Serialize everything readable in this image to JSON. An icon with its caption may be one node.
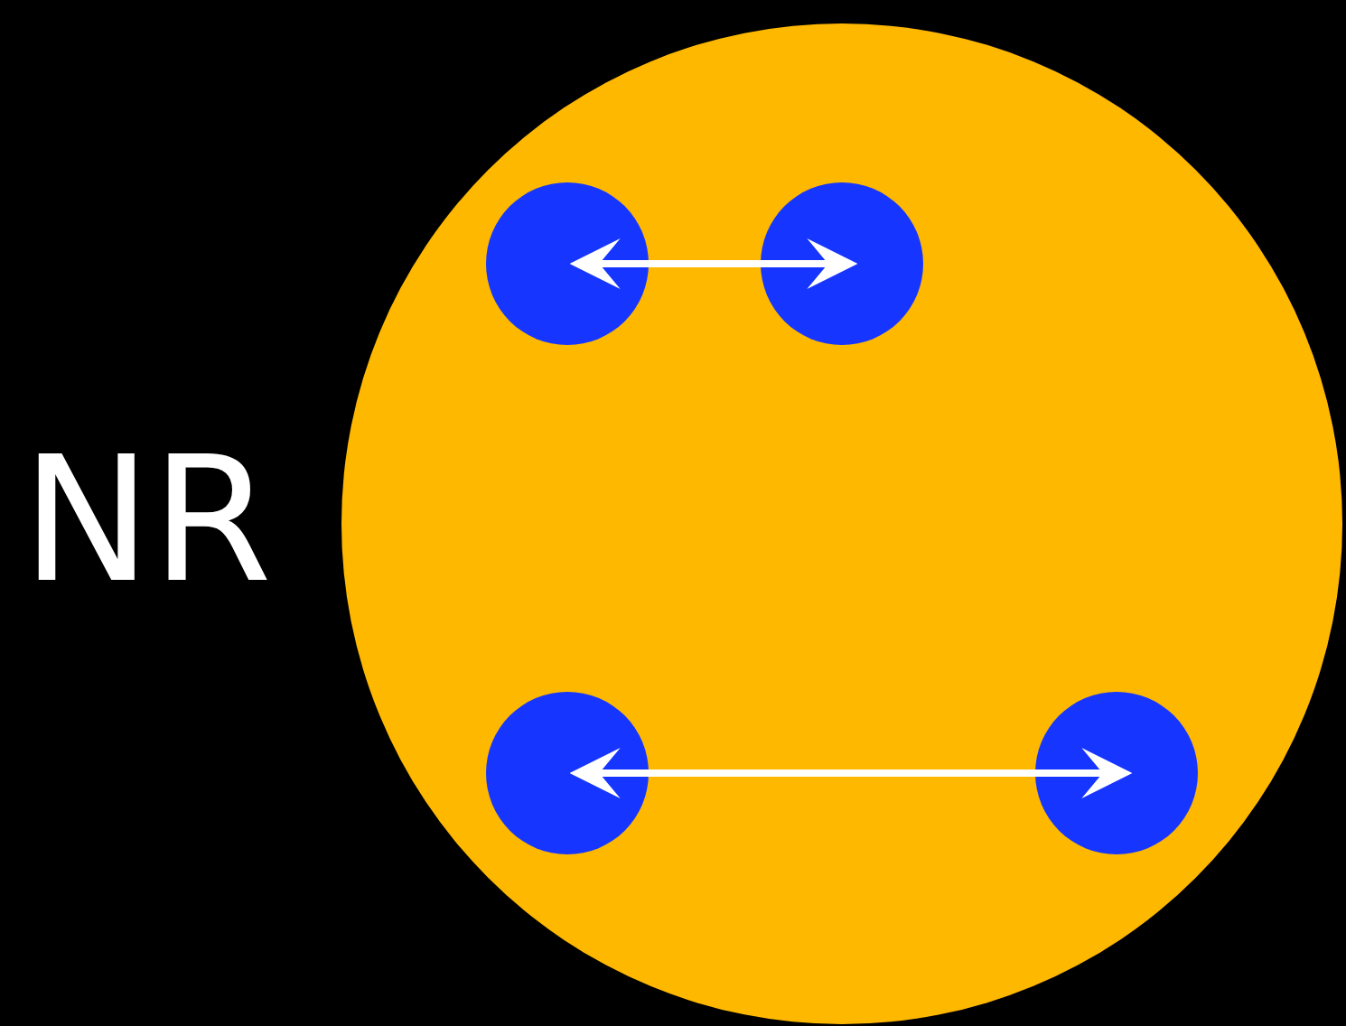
{
  "diagram": {
    "nodes": [
      {
        "text": [],
        "shape": "circle"
      },
      {
        "text": [],
        "shape": "circle",
        "in": 0
      },
      {
        "text": [],
        "shape": "circle",
        "in": 0
      },
      {
        "text": [],
        "shape": "circle",
        "in": 0
      },
      {
        "text": [],
        "shape": "circle",
        "in": 0
      }
    ],
    "edges": [
      {
        "from": 1,
        "to": 2,
        "arrow": "both"
      },
      {
        "from": 3,
        "to": 4,
        "arrow": "both"
      }
    ],
    "labels": [
      "NR"
    ]
  }
}
